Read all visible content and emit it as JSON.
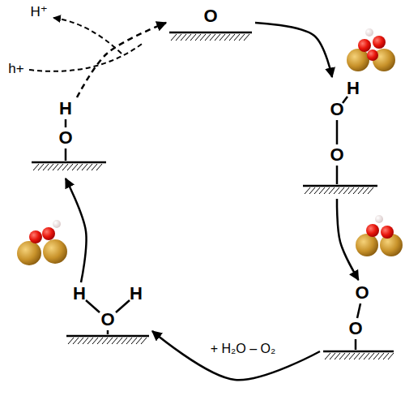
{
  "diagram": {
    "nodes": [
      {
        "text": [
          "O"
        ]
      },
      {
        "text": [
          "H",
          "O",
          "O"
        ]
      },
      {
        "text": [
          "O",
          "O"
        ]
      },
      {
        "text": [
          "H",
          "H",
          "O"
        ]
      },
      {
        "text": [
          "H",
          "O"
        ]
      }
    ],
    "edges": [
      {
        "from": 0,
        "to": 1,
        "arrow": "to"
      },
      {
        "from": 1,
        "to": 2,
        "arrow": "to"
      },
      {
        "from": 2,
        "to": 3,
        "label": "+ H₂O – O₂",
        "arrow": "to"
      },
      {
        "from": 3,
        "to": 4,
        "arrow": "to"
      },
      {
        "from": 4,
        "to": 0,
        "arrow": "to"
      }
    ],
    "labels": [
      "H⁺",
      "h+"
    ]
  }
}
